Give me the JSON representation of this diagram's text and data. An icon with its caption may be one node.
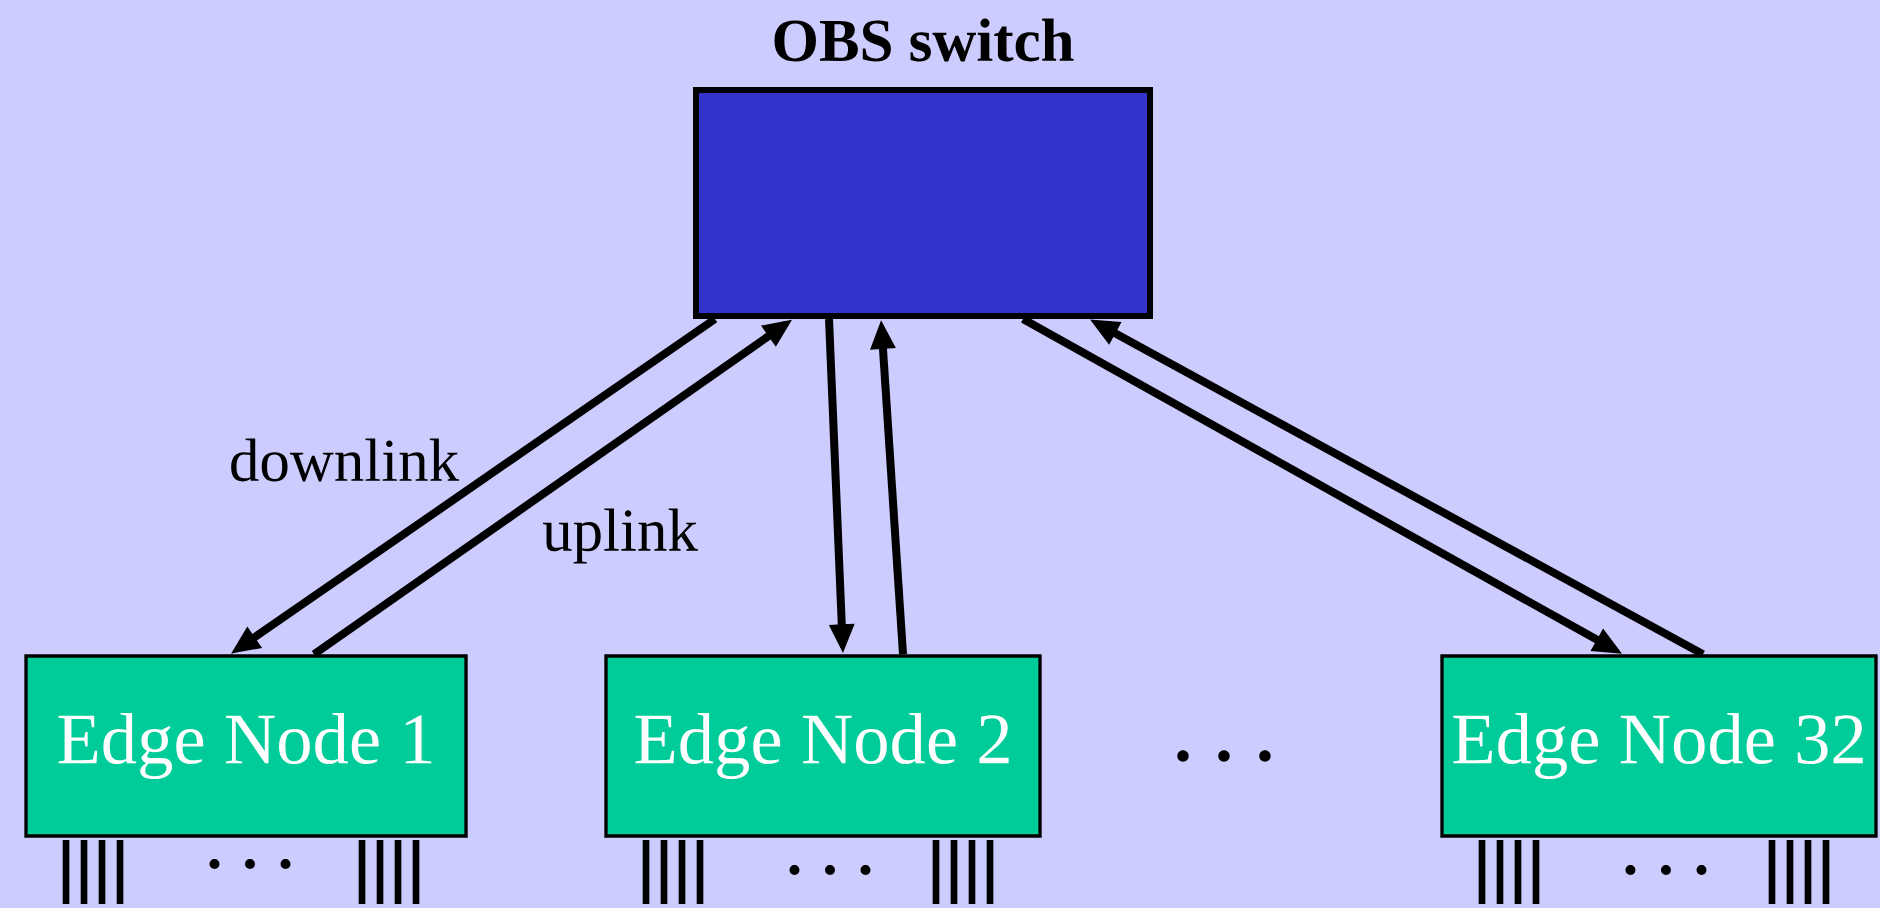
{
  "diagram": {
    "nodes": [
      {
        "text": [
          "OBS switch"
        ]
      },
      {
        "text": [
          "Edge Node 1"
        ]
      },
      {
        "text": [
          "Edge Node 2"
        ]
      },
      {
        "text": [
          "Edge Node 32"
        ]
      }
    ],
    "edges": [
      {
        "from": 0,
        "to": 1,
        "arrow": "to",
        "label": "downlink"
      },
      {
        "from": 1,
        "to": 0,
        "arrow": "to",
        "label": "uplink"
      },
      {
        "from": 0,
        "to": 2,
        "arrow": "to"
      },
      {
        "from": 2,
        "to": 0,
        "arrow": "to"
      },
      {
        "from": 0,
        "to": 3,
        "arrow": "to"
      },
      {
        "from": 3,
        "to": 0,
        "arrow": "to"
      }
    ],
    "labels": [
      ". . .",
      ". . .",
      ". . .",
      ". . ."
    ]
  }
}
